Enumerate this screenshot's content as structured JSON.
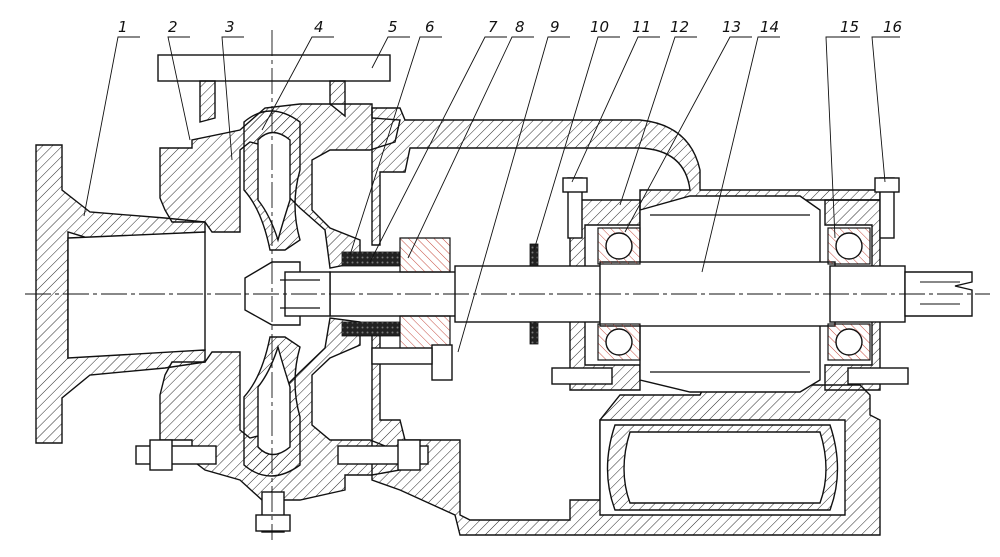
{
  "diagram": {
    "labels": [
      "1",
      "2",
      "3",
      "4",
      "5",
      "6",
      "7",
      "8",
      "9",
      "10",
      "11",
      "12",
      "13",
      "14",
      "15",
      "16"
    ]
  },
  "colors": {
    "ink": "#111111",
    "section_hatch": "#111111",
    "seal_hatch": "#c0392b"
  }
}
